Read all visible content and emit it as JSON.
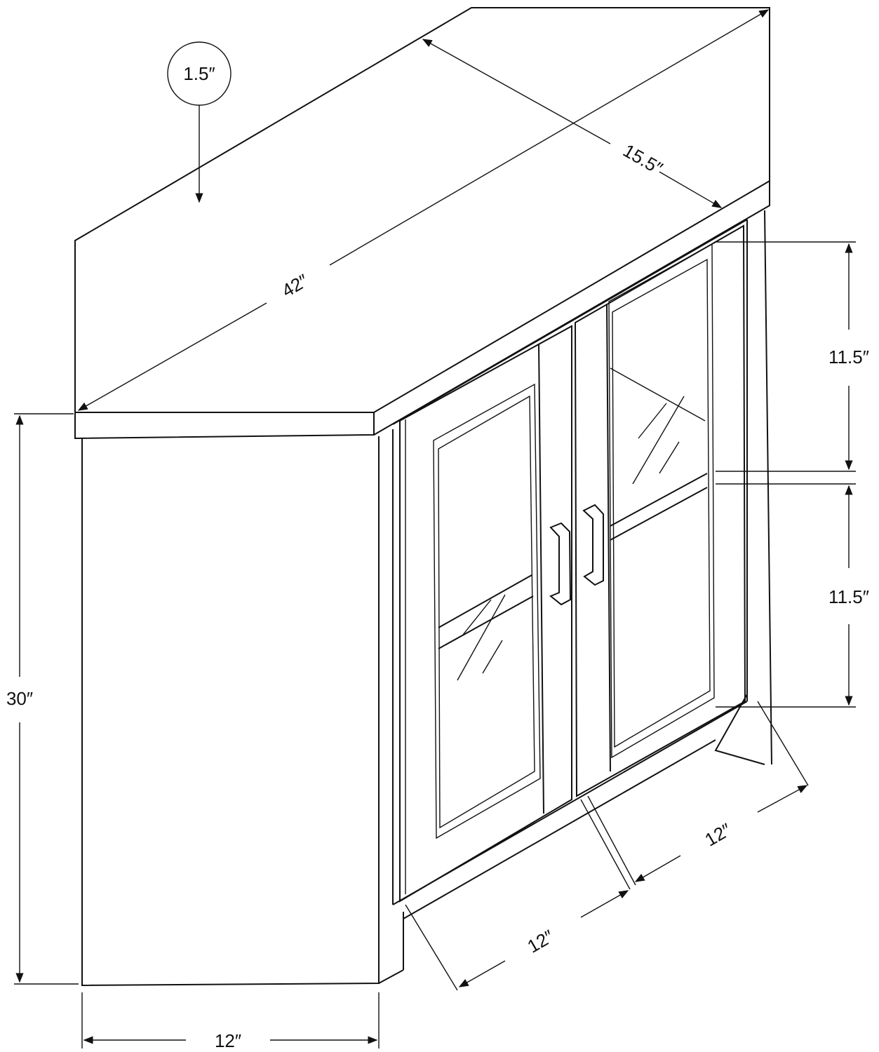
{
  "dimensions": {
    "top_thickness": "1.5″",
    "depth": "15.5″",
    "width": "42″",
    "upper_opening": "11.5″",
    "lower_opening": "11.5″",
    "height": "30″",
    "side_width": "12″",
    "front_left_width": "12″",
    "front_right_width": "12″"
  }
}
